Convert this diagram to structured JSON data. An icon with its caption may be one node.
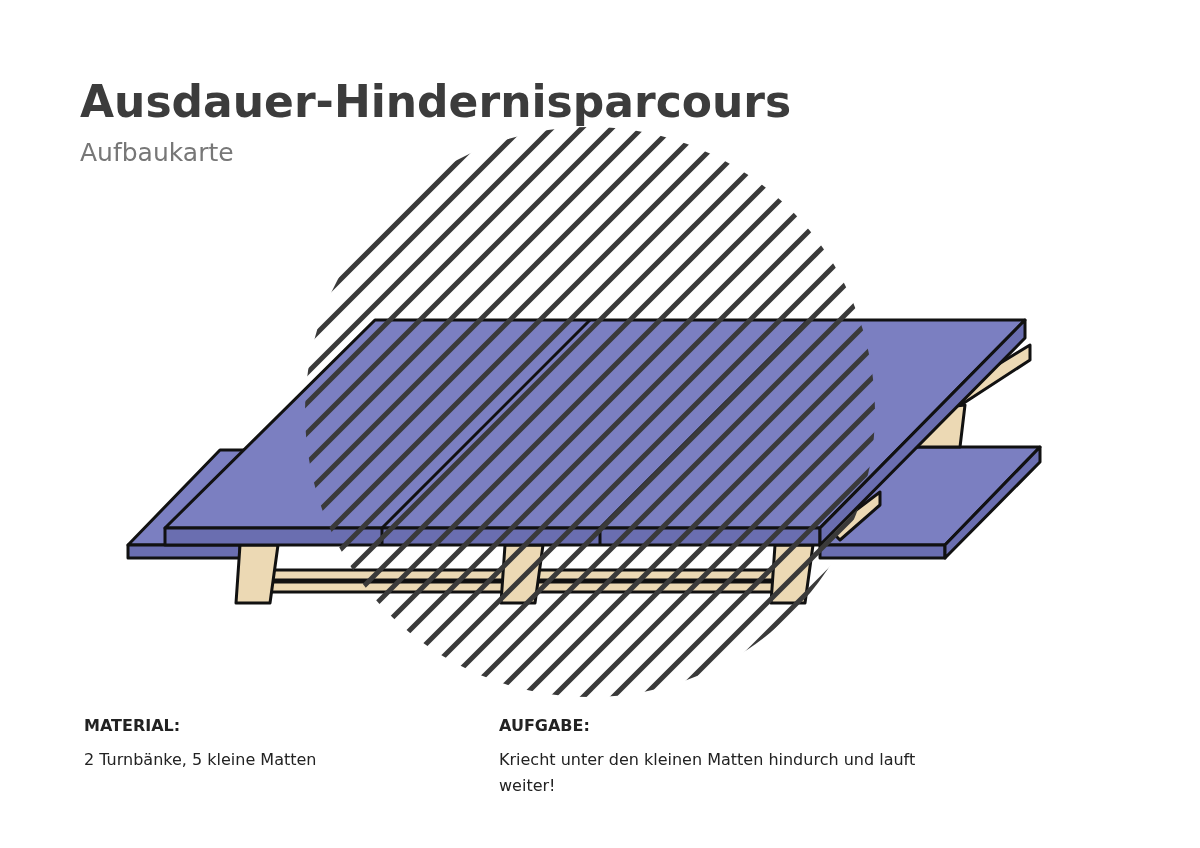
{
  "diagram": {
    "title": "Ausdauer-Hindernisparcours",
    "labels": [
      "Aufbaukarte",
      "MATERIAL:",
      "2 Turnbänke, 5 kleine Matten",
      "AUFGABE:",
      "Kriecht unter den kleinen Matten hindurch und lauft weiter!"
    ]
  }
}
